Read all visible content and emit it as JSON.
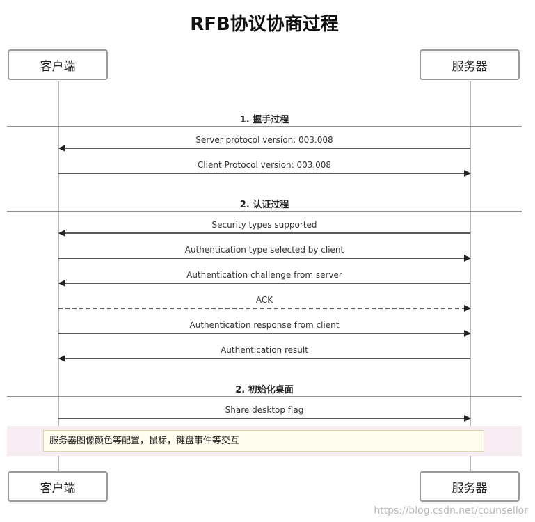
{
  "title": "RFB协议协商过程",
  "participants": {
    "client": "客户端",
    "server": "服务器"
  },
  "sections": [
    {
      "label": "1. 握手过程"
    },
    {
      "label": "2. 认证过程"
    },
    {
      "label": "2. 初始化桌面"
    }
  ],
  "messages": [
    {
      "label": "Server protocol version: 003.008",
      "direction": "to-client",
      "style": "solid",
      "section": 0
    },
    {
      "label": "Client Protocol version: 003.008",
      "direction": "to-server",
      "style": "solid",
      "section": 0
    },
    {
      "label": "Security types supported",
      "direction": "to-client",
      "style": "solid",
      "section": 1
    },
    {
      "label": "Authentication type selected by client",
      "direction": "to-server",
      "style": "solid",
      "section": 1
    },
    {
      "label": "Authentication challenge from server",
      "direction": "to-client",
      "style": "solid",
      "section": 1
    },
    {
      "label": "ACK",
      "direction": "to-server",
      "style": "dashed",
      "section": 1
    },
    {
      "label": "Authentication response from client",
      "direction": "to-server",
      "style": "solid",
      "section": 1
    },
    {
      "label": "Authentication result",
      "direction": "to-client",
      "style": "solid",
      "section": 1
    },
    {
      "label": "Share desktop flag",
      "direction": "to-server",
      "style": "solid",
      "section": 2
    }
  ],
  "note": "服务器图像颜色等配置，鼠标，键盘事件等交互",
  "watermark": "https://blog.csdn.net/counsellor",
  "colors": {
    "lifeline": "#a0a0a0",
    "arrow": "#222222",
    "note_band": "#f6ecf1",
    "note_fill": "#fefdee"
  }
}
